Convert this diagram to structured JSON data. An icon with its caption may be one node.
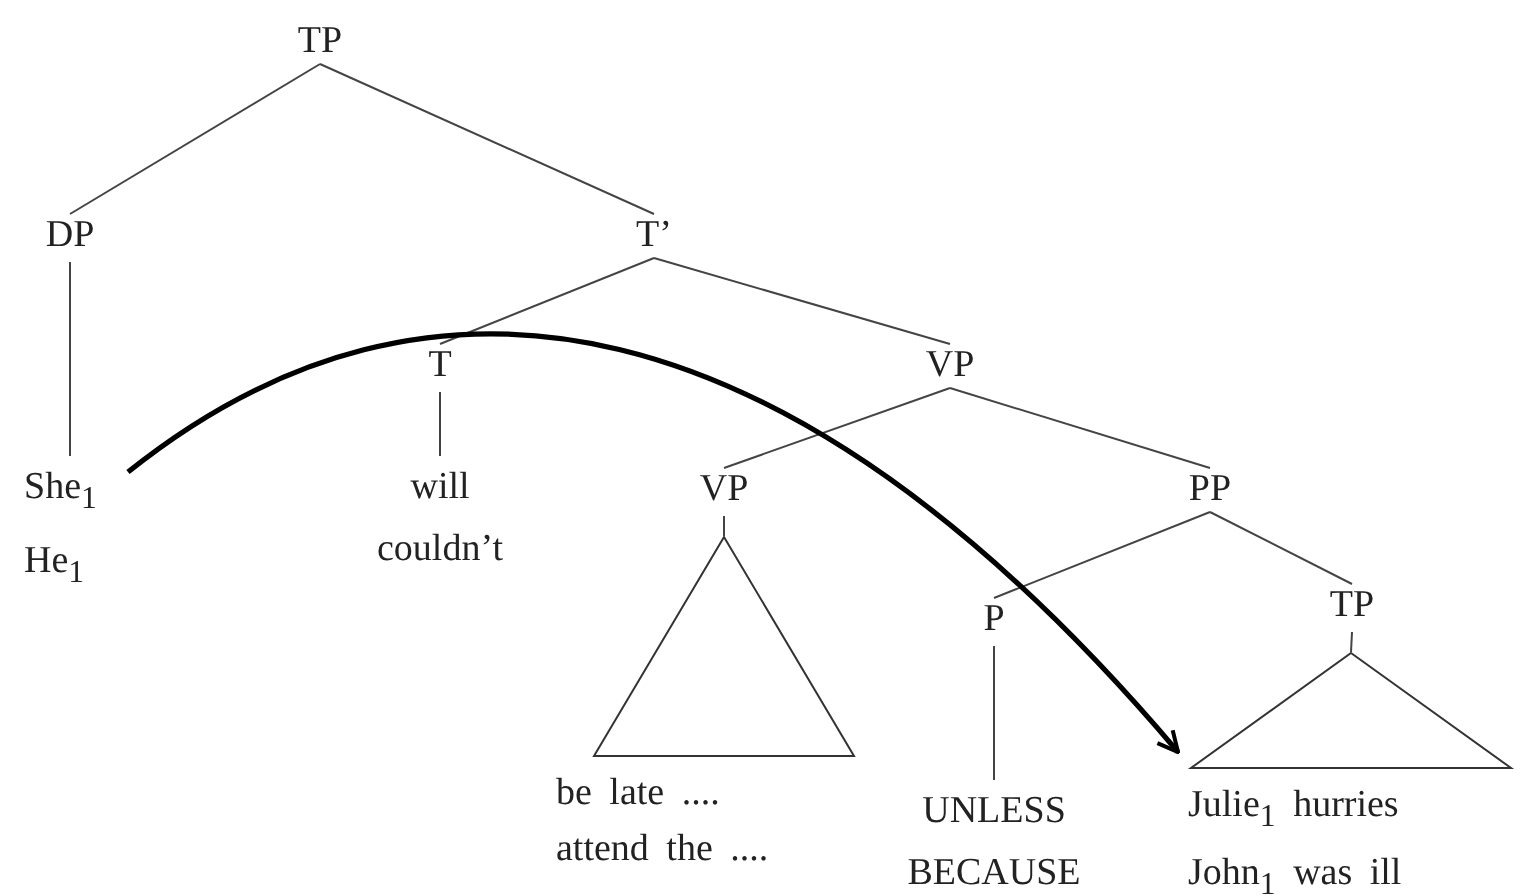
{
  "diagram": {
    "nodes": [
      {
        "text": [
          "TP"
        ]
      },
      {
        "text": [
          "DP"
        ]
      },
      {
        "text": [
          "T’"
        ]
      },
      {
        "text": [
          "T"
        ]
      },
      {
        "text": [
          "VP"
        ]
      },
      {
        "text": [
          "She$_{1}$",
          "He$_{1}$"
        ]
      },
      {
        "text": [
          "will",
          "couldn’t"
        ]
      },
      {
        "text": [
          "VP"
        ]
      },
      {
        "text": [
          "PP"
        ]
      },
      {
        "text": [
          "be late ....",
          "attend the ...."
        ]
      },
      {
        "text": [
          "P"
        ]
      },
      {
        "text": [
          "TP"
        ]
      },
      {
        "text": [
          "UNLESS",
          "BECAUSE"
        ]
      },
      {
        "text": [
          "Julie$_{1}$ hurries",
          "John$_{1}$ was ill"
        ]
      }
    ],
    "edges": [
      {
        "from": 0,
        "to": 1,
        "arrow": "none"
      },
      {
        "from": 0,
        "to": 2,
        "arrow": "none"
      },
      {
        "from": 1,
        "to": 5,
        "arrow": "none"
      },
      {
        "from": 2,
        "to": 3,
        "arrow": "none"
      },
      {
        "from": 2,
        "to": 4,
        "arrow": "none"
      },
      {
        "from": 3,
        "to": 6,
        "arrow": "none"
      },
      {
        "from": 4,
        "to": 7,
        "arrow": "none"
      },
      {
        "from": 4,
        "to": 8,
        "arrow": "none"
      },
      {
        "from": 7,
        "to": 9,
        "arrow": "none"
      },
      {
        "from": 8,
        "to": 10,
        "arrow": "none"
      },
      {
        "from": 8,
        "to": 11,
        "arrow": "none"
      },
      {
        "from": 10,
        "to": 12,
        "arrow": "none"
      },
      {
        "from": 11,
        "to": 13,
        "arrow": "none"
      },
      {
        "from": 5,
        "to": 13,
        "arrow": "to",
        "style": "thick"
      }
    ]
  }
}
